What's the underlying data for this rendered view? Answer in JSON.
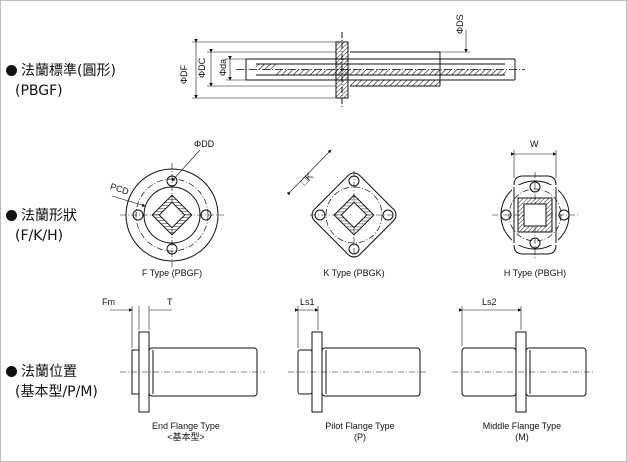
{
  "rows": [
    {
      "title": "法蘭標準(圓形)",
      "subtitle": "(PBGF)"
    },
    {
      "title": "法蘭形狀",
      "subtitle": "(F/K/H)"
    },
    {
      "title": "法蘭位置",
      "subtitle": "(基本型/P/M)"
    }
  ],
  "standard_dims": {
    "ds": "ΦDS",
    "df": "ΦDF",
    "dc": "ΦDC",
    "da": "Φda"
  },
  "shape_dims": {
    "dd": "ΦDD",
    "pcd": "PCD",
    "k": "□K",
    "w": "W"
  },
  "shape_captions": [
    "F Type (PBGF)",
    "K Type (PBGK)",
    "H Type (PBGH)"
  ],
  "position_dims": {
    "fm": "Fm",
    "t": "T",
    "ls1": "Ls1",
    "ls2": "Ls2"
  },
  "position_captions": [
    {
      "line1": "End Flange Type",
      "line2": "<基本型>"
    },
    {
      "line1": "Pilot Flange Type",
      "line2": "(P)"
    },
    {
      "line1": "Middle Flange Type",
      "line2": "(M)"
    }
  ]
}
